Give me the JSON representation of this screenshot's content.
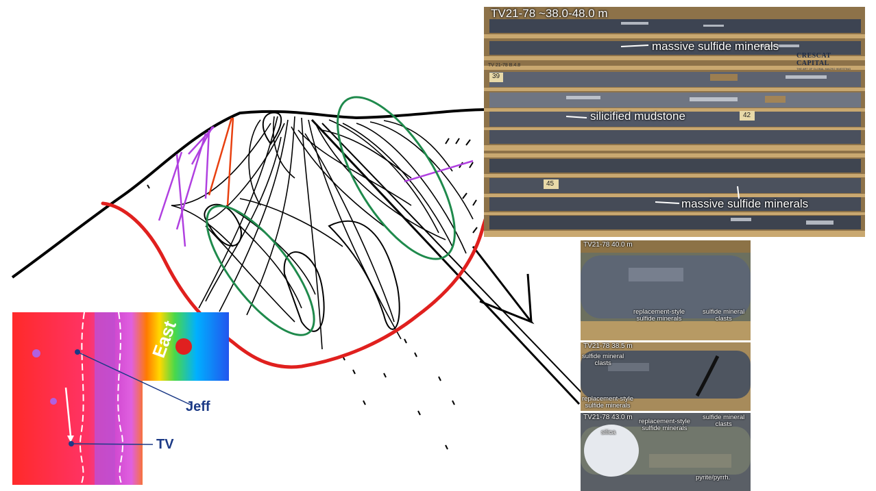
{
  "core_tray": {
    "header": "TV21-78 ~38.0-48.0 m",
    "label_top": "massive sulfide minerals",
    "label_middle": "silicified mudstone",
    "label_bottom": "massive sulfide minerals",
    "logo": "CRESCAT CAPITAL",
    "logo_sub": "THE ART OF GLOBAL MACRO INVESTING",
    "tag_row1": "TV 21-78 B.4.8",
    "tag_39": "39",
    "tag_42": "42",
    "tag_45": "45"
  },
  "core_photo_1": {
    "header": "TV21-78 40.0 m",
    "label_a": "replacement-style\nsulfide minerals",
    "label_b": "sulfide mineral\nclasts"
  },
  "core_photo_2": {
    "header": "TV21-78 38.5 m",
    "label_a": "sulfide mineral\nclasts",
    "label_b": "replacement-style\nsulfide minerals"
  },
  "core_photo_3": {
    "header": "TV21-78 43.0 m",
    "label_silica": "silica",
    "label_a": "replacement-style\nsulfide minerals",
    "label_b": "sulfide mineral\nclasts",
    "label_c": "pyrite/pyrrh."
  },
  "map_inset": {
    "label_jeff": "Jeff",
    "label_tv": "TV",
    "label_east": "East"
  },
  "colors": {
    "outline_red": "#e0201e",
    "ellipse_green": "#1f8a4c",
    "dyke_purple": "#b040e0",
    "dyke_orange": "#e84010",
    "label_blue": "#1c3a86"
  }
}
